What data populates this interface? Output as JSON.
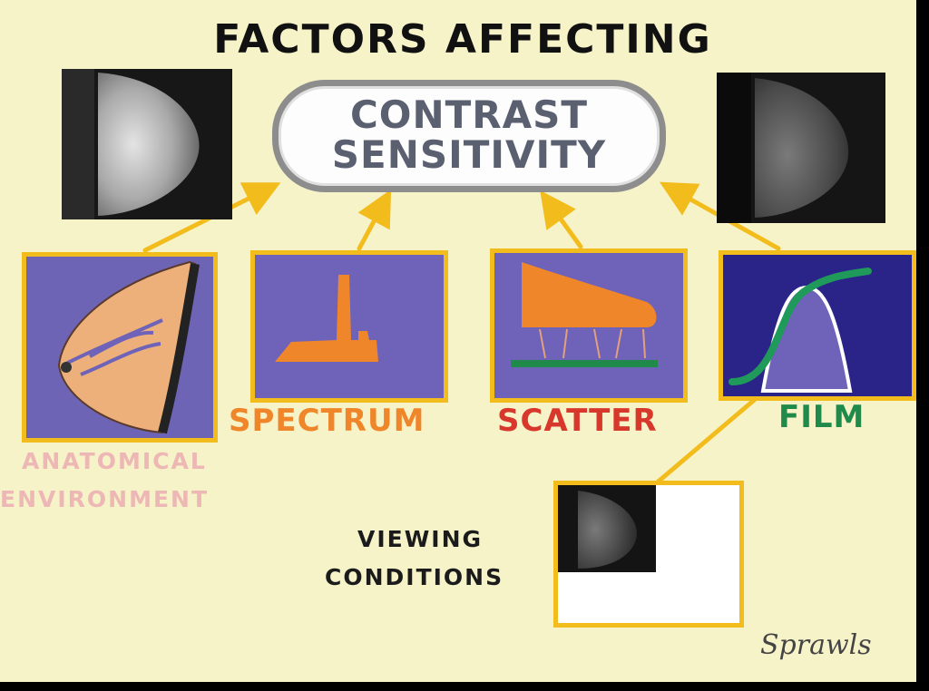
{
  "title": "FACTORS AFFECTING",
  "center": {
    "line1": "CONTRAST",
    "line2": "SENSITIVITY"
  },
  "factors": {
    "anatomical": {
      "line1": "ANATOMICAL",
      "line2": "ENVIRONMENT"
    },
    "spectrum": "SPECTRUM",
    "scatter": "SCATTER",
    "film": "FILM",
    "viewing": {
      "line1": "VIEWING",
      "line2": "CONDITIONS"
    }
  },
  "signature": "Sprawls",
  "colors": {
    "background": "#f7f3c9",
    "arrow": "#f2bd1c",
    "panel": "#6e63b8",
    "film_panel": "#2a2488",
    "tissue": "#f0862a",
    "spectrum_label": "#f0862a",
    "scatter_label": "#d8382c",
    "film_label": "#1f8a4a",
    "anatomical_label": "#ecb7b4"
  }
}
